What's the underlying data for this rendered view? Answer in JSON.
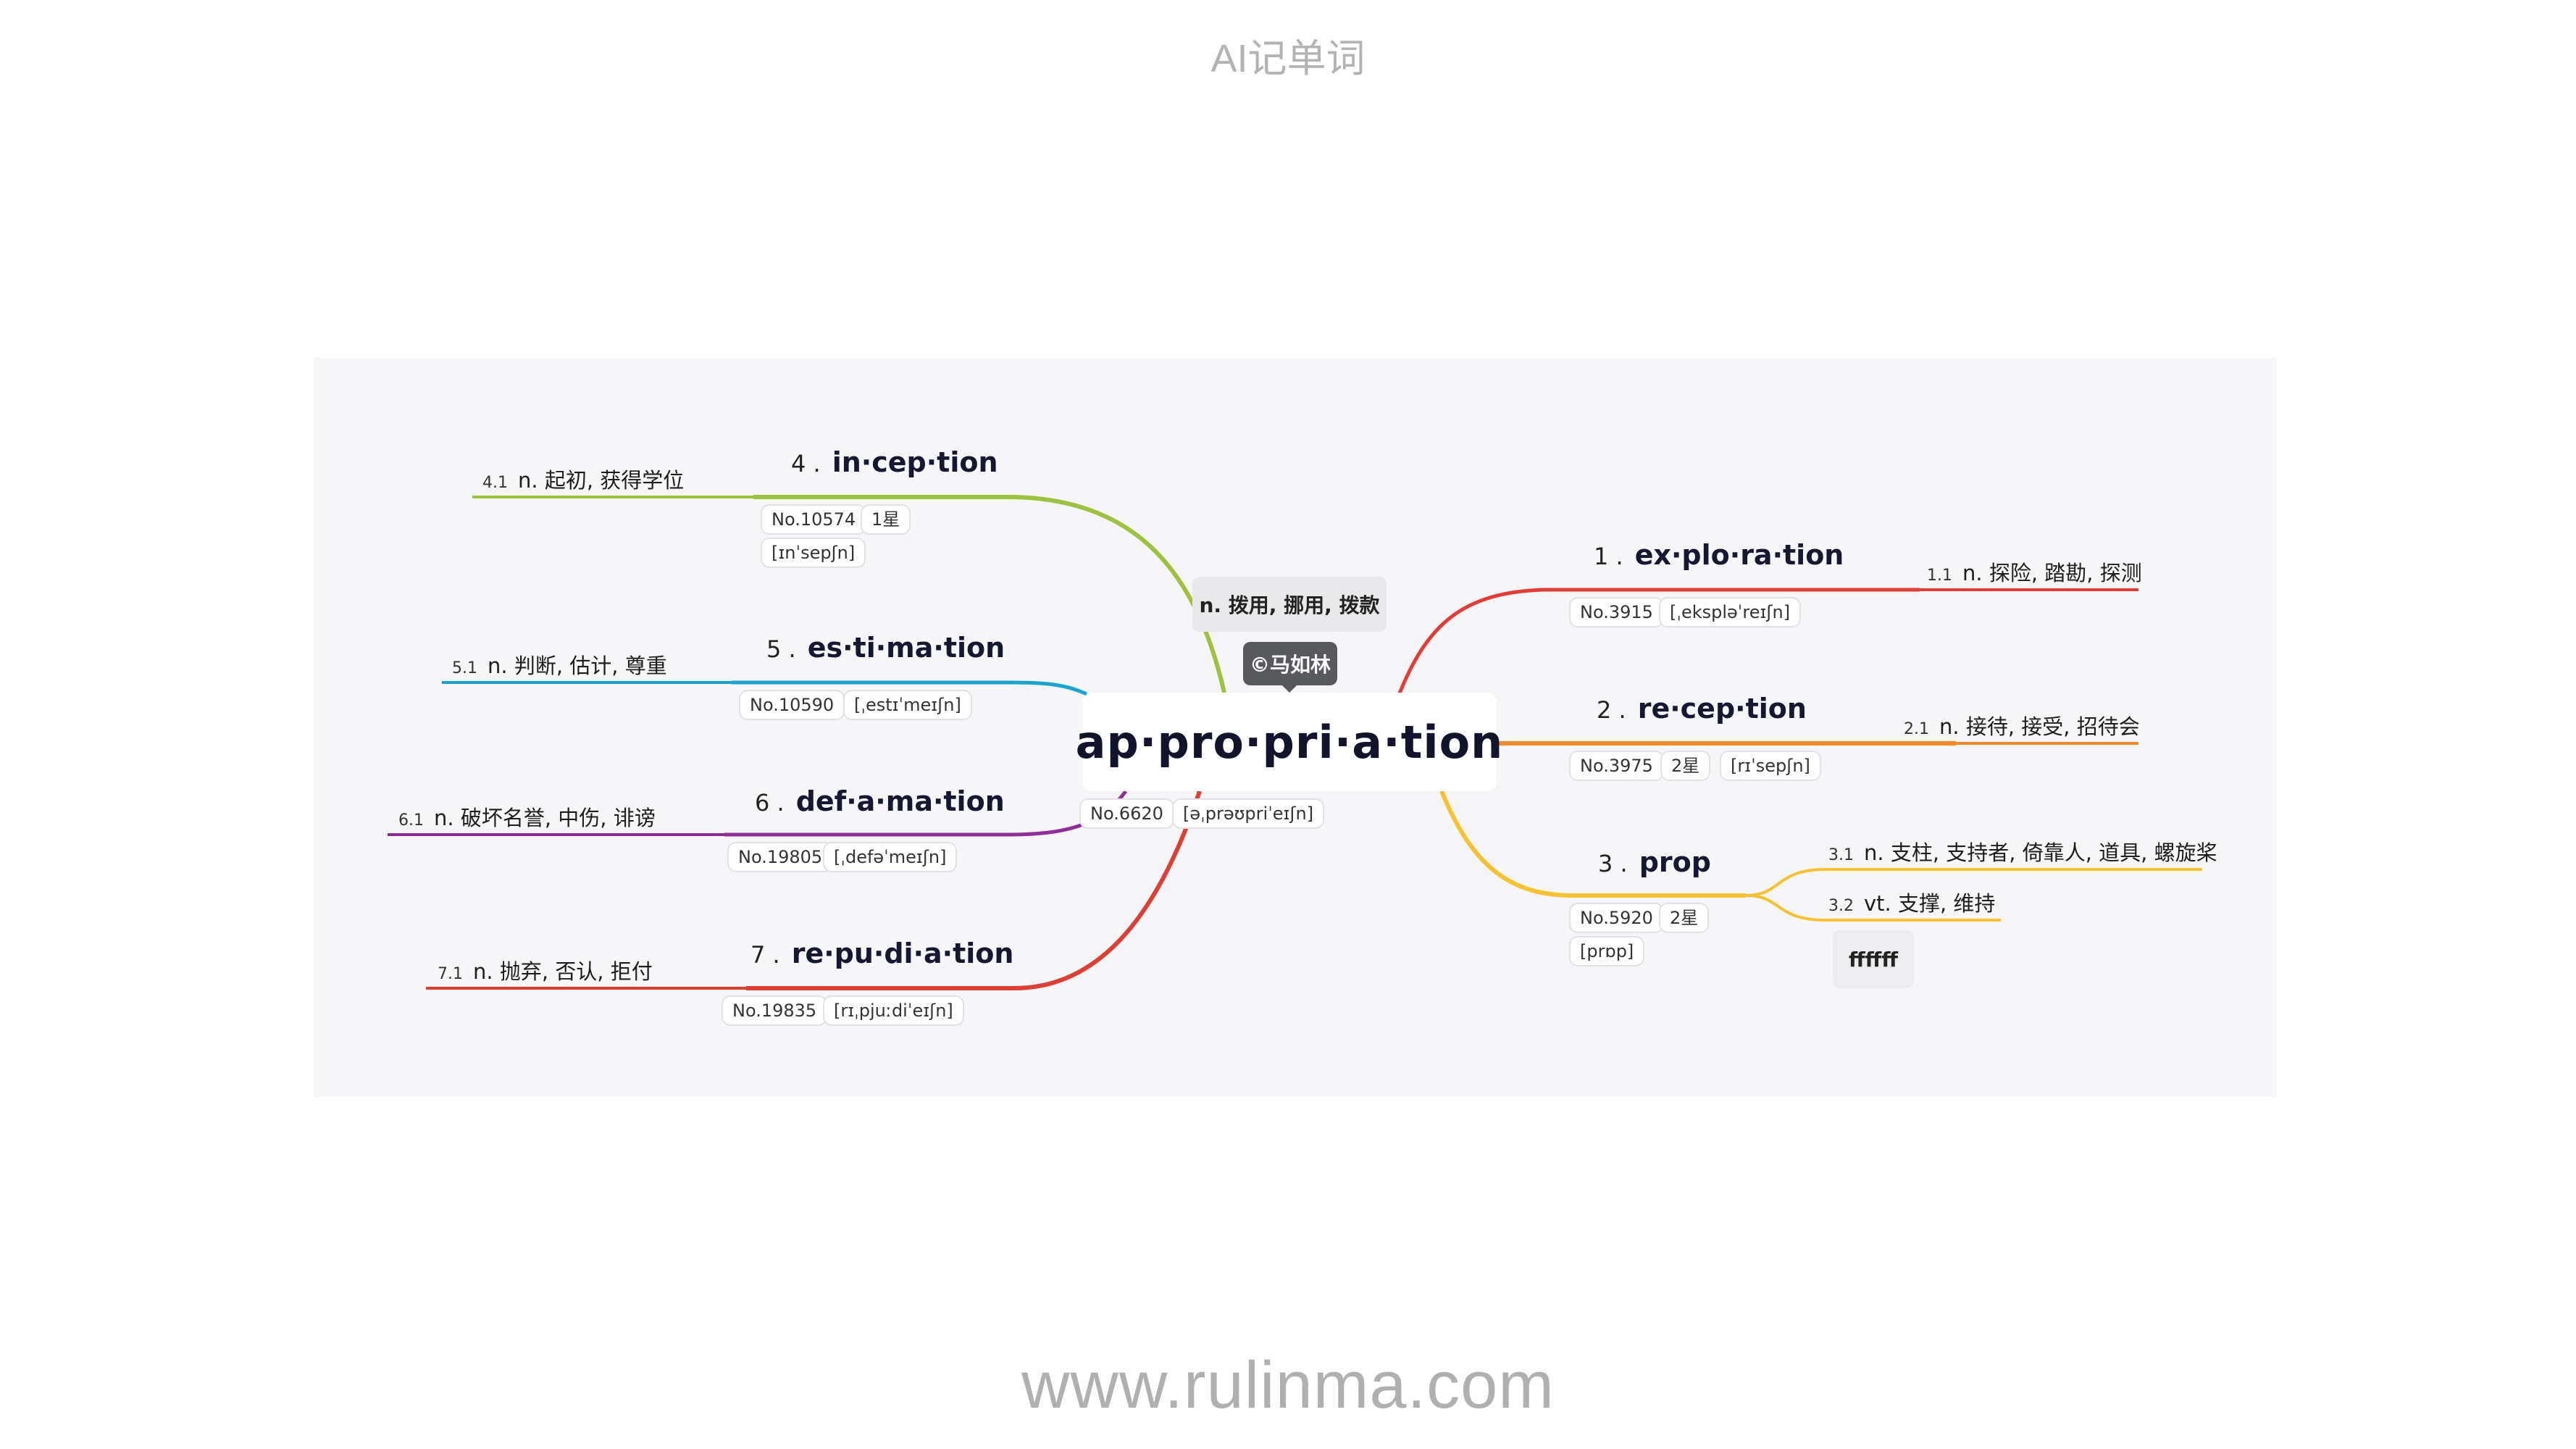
{
  "app_title": "AI记单词",
  "footer_url": "www.rulinma.com",
  "central": {
    "word": "ap·pro·pri·a·tion",
    "definition": "n. 拨用, 挪用, 拨款",
    "copyright": "©马如林",
    "no": "No.6620",
    "phonetic": "[əˌprəʊpriˈeɪʃn]"
  },
  "branches": [
    {
      "num": "1 .",
      "word": "ex·plo·ra·tion",
      "color": "#e23c36",
      "no": "No.3915",
      "phonetic": "[ˌekspləˈreɪʃn]",
      "senses": [
        {
          "num": "1.1",
          "text": "n. 探险, 踏勘, 探测"
        }
      ]
    },
    {
      "num": "2 .",
      "word": "re·cep·tion",
      "color": "#f08a2c",
      "no": "No.3975",
      "stars": "2星",
      "phonetic": "[rɪˈsepʃn]",
      "senses": [
        {
          "num": "2.1",
          "text": "n. 接待, 接受, 招待会"
        }
      ]
    },
    {
      "num": "3 .",
      "word": "prop",
      "color": "#f6c231",
      "no": "No.5920",
      "stars": "2星",
      "phonetic": "[prɒp]",
      "senses": [
        {
          "num": "3.1",
          "text": "n. 支柱, 支持者, 倚靠人, 道具, 螺旋桨"
        },
        {
          "num": "3.2",
          "text": "vt. 支撑, 维持"
        }
      ],
      "extra": "ffffff"
    },
    {
      "num": "4 .",
      "word": "in·cep·tion",
      "color": "#9dc23f",
      "no": "No.10574",
      "stars": "1星",
      "phonetic": "[ɪnˈsepʃn]",
      "senses": [
        {
          "num": "4.1",
          "text": "n. 起初, 获得学位"
        }
      ]
    },
    {
      "num": "5 .",
      "word": "es·ti·ma·tion",
      "color": "#1aa3cf",
      "no": "No.10590",
      "phonetic": "[ˌestɪˈmeɪʃn]",
      "senses": [
        {
          "num": "5.1",
          "text": "n. 判断, 估计, 尊重"
        }
      ]
    },
    {
      "num": "6 .",
      "word": "def·a·ma·tion",
      "color": "#8f2e97",
      "no": "No.19805",
      "phonetic": "[ˌdefəˈmeɪʃn]",
      "senses": [
        {
          "num": "6.1",
          "text": "n. 破坏名誉, 中伤, 诽谤"
        }
      ]
    },
    {
      "num": "7 .",
      "word": "re·pu·di·a·tion",
      "color": "#dc3f33",
      "no": "No.19835",
      "phonetic": "[rɪˌpjuːdiˈeɪʃn]",
      "senses": [
        {
          "num": "7.1",
          "text": "n. 抛弃, 否认, 拒付"
        }
      ]
    }
  ]
}
